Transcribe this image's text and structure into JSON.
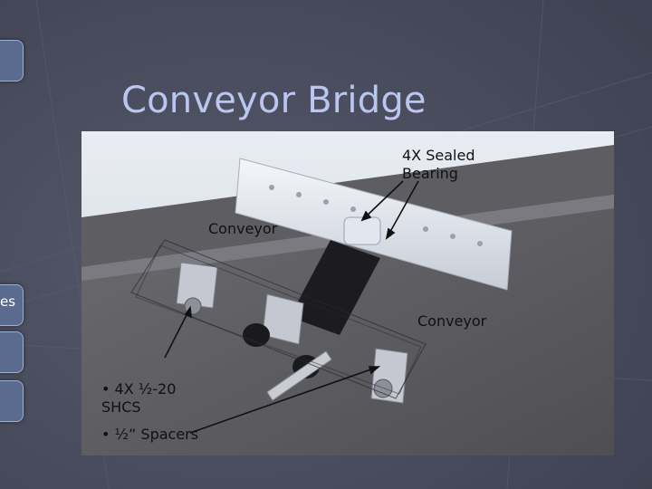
{
  "slide": {
    "title": "Conveyor Bridge",
    "side_text": "es"
  },
  "callouts": {
    "sealed_bearing": "4X Sealed\nBearing",
    "conveyor_top": "Conveyor",
    "conveyor_right": "Conveyor",
    "shcs": "• 4X ½-20\nSHCS",
    "spacers": "• ½” Spacers"
  },
  "colors": {
    "background": "#4a4d5e",
    "title": "#b9c6ef",
    "tab": "#5b6b8f"
  }
}
